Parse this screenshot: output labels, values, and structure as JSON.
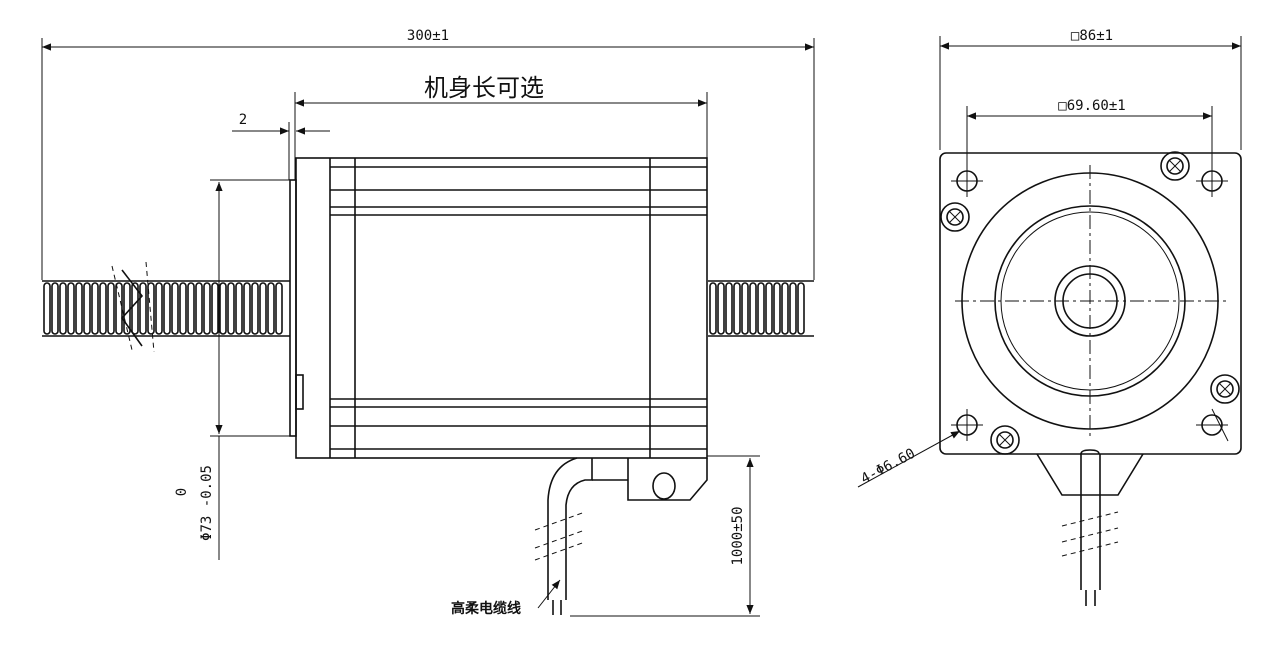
{
  "side_view": {
    "overall_length": "300±1",
    "body_length_label": "机身长可选",
    "flange_gap": "2",
    "pilot_diameter_lines": [
      "0",
      "Φ73 -0.05"
    ],
    "cable_length": "1000±50",
    "cable_label": "高柔电缆线"
  },
  "front_view": {
    "square_size": "□86±1",
    "hole_spacing": "□69.60±1",
    "hole_callout": "4-Φ6.60"
  }
}
